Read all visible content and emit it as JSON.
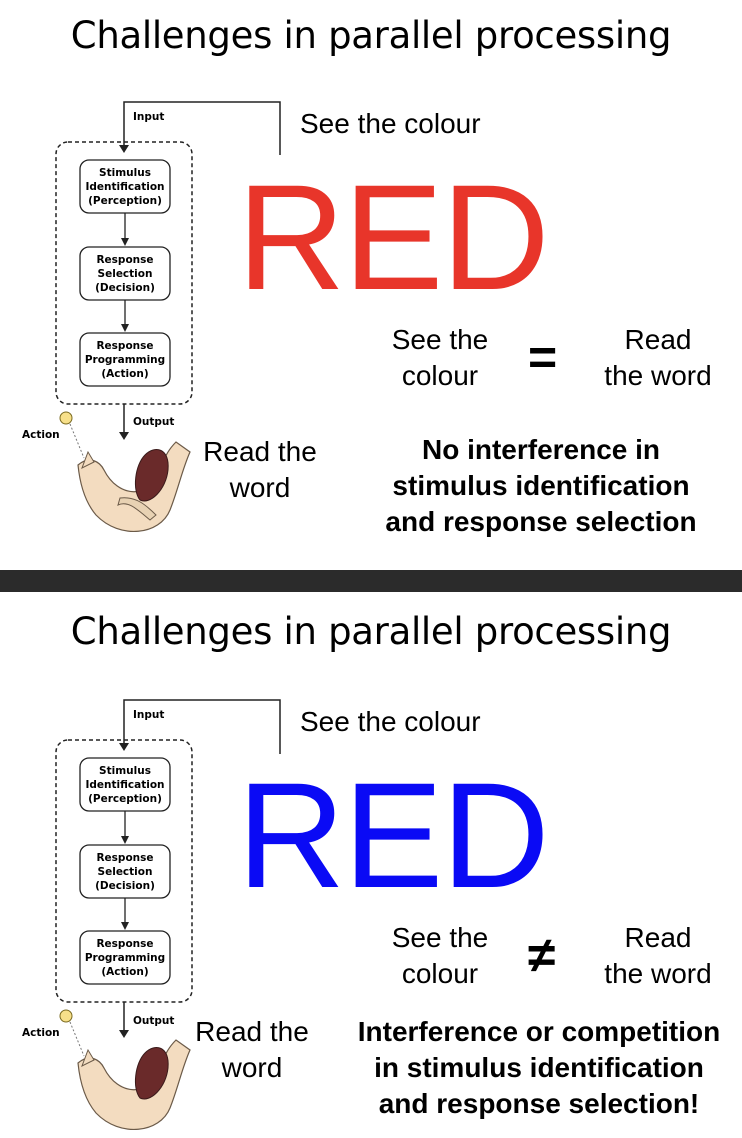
{
  "slides": [
    {
      "title": "Challenges in parallel processing",
      "diagram": {
        "input_label": "Input",
        "output_label": "Output",
        "action_label": "Action",
        "boxes": [
          [
            "Stimulus",
            "Identification",
            "(Perception)"
          ],
          [
            "Response",
            "Selection",
            "(Decision)"
          ],
          [
            "Response",
            "Programming",
            "(Action)"
          ]
        ]
      },
      "see_colour": "See the colour",
      "stimulus_word": "RED",
      "stimulus_color": "#e8352a",
      "compare_left": [
        "See the",
        "colour"
      ],
      "compare_symbol": "=",
      "compare_right": [
        "Read",
        "the word"
      ],
      "read_word": [
        "Read the",
        "word"
      ],
      "conclusion": [
        "No interference in",
        "stimulus identification",
        "and response selection"
      ]
    },
    {
      "title": "Challenges in parallel processing",
      "diagram": {
        "input_label": "Input",
        "output_label": "Output",
        "action_label": "Action",
        "boxes": [
          [
            "Stimulus",
            "Identification",
            "(Perception)"
          ],
          [
            "Response",
            "Selection",
            "(Decision)"
          ],
          [
            "Response",
            "Programming",
            "(Action)"
          ]
        ]
      },
      "see_colour": "See the colour",
      "stimulus_word": "RED",
      "stimulus_color": "#0a0af5",
      "compare_left": [
        "See the",
        "colour"
      ],
      "compare_symbol": "≠",
      "compare_right": [
        "Read",
        "the word"
      ],
      "read_word": [
        "Read the",
        "word"
      ],
      "conclusion": [
        "Interference or competition",
        "in stimulus identification",
        "and response selection!"
      ]
    }
  ],
  "divider_color": "#2b2b2b"
}
